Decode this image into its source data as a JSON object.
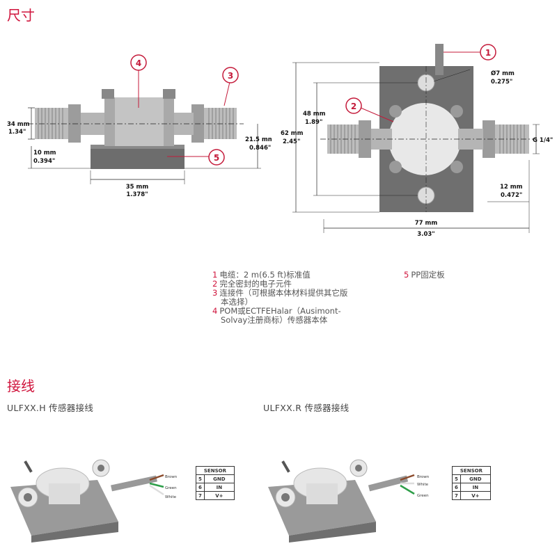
{
  "sections": {
    "dimensions_title": "尺寸",
    "wiring_title": "接线"
  },
  "drawing_left": {
    "callout_4": "4",
    "callout_3": "3",
    "callout_5": "5",
    "dim_height_mm": "34 mm",
    "dim_height_in": "1.34\"",
    "dim_plate_mm": "10 mm",
    "dim_plate_in": "0.394\"",
    "dim_width_mm": "35 mm",
    "dim_width_in": "1.378\"",
    "dim_right_mm": "21.5 mm",
    "dim_right_in": "0.846\""
  },
  "drawing_right": {
    "callout_1": "1",
    "callout_2": "2",
    "dim_hole_mm": "Ø7 mm",
    "dim_hole_in": "0.275\"",
    "dim_48_mm": "48 mm",
    "dim_48_in": "1.89\"",
    "dim_62_mm": "62 mm",
    "dim_62_in": "2.45\"",
    "thread": "G 1/4\"",
    "dim_12_mm": "12 mm",
    "dim_12_in": "0.472\"",
    "dim_77_mm": "77 mm",
    "dim_77_in": "3.03\""
  },
  "legend": [
    {
      "num": "1",
      "text": "电缆：2 m(6.5 ft)标准值"
    },
    {
      "num": "2",
      "text": "完全密封的电子元件"
    },
    {
      "num": "3",
      "text": "连接件（可根据本体材料提供其它版"
    },
    {
      "num": "",
      "text": "本选择）"
    },
    {
      "num": "4",
      "text": "POM或ECTFEHalar（Ausimont-"
    },
    {
      "num": "",
      "text": "Solvay注册商标）传感器本体"
    }
  ],
  "legend_right": {
    "num": "5",
    "text": "PP固定板"
  },
  "wiring": {
    "left_label": "ULFXX.H 传感器接线",
    "right_label": "ULFXX.R 传感器接线",
    "left_wires": [
      "Brown",
      "Green",
      "White"
    ],
    "right_wires": [
      "Brown",
      "White",
      "Green"
    ],
    "sensor_header": "SENSOR",
    "sensor_rows": [
      {
        "pin": "5",
        "signal": "GND"
      },
      {
        "pin": "6",
        "signal": "IN"
      },
      {
        "pin": "7",
        "signal": "V+"
      }
    ]
  },
  "colors": {
    "accent": "#d0143c",
    "body_grey": "#8e8e8e",
    "plate_dark": "#6b6b6b"
  }
}
